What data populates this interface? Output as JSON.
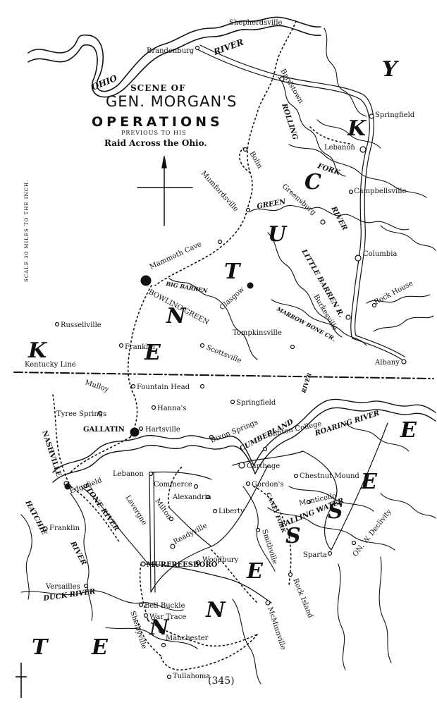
{
  "title": {
    "line1": "SCENE OF",
    "line2": "GEN. MORGAN'S",
    "line3": "OPERATIONS",
    "line4": "PREVIOUS TO HIS",
    "line5": "Raid Across the Ohio."
  },
  "scale_text": "SCALE 30 MILES TO THE INCH.",
  "page_number": "(345)",
  "state_letters": {
    "kentucky": [
      "K",
      "E",
      "N",
      "T",
      "U",
      "C",
      "K",
      "Y"
    ],
    "tennessee": [
      "T",
      "E",
      "N",
      "N",
      "E",
      "S",
      "S",
      "E",
      "E"
    ]
  },
  "kentucky_line_label": "Kentucky Line",
  "rivers": [
    "OHIO",
    "RIVER",
    "ROLLING",
    "FORK",
    "GREEN",
    "RIVER",
    "LITTLE BARREN R.",
    "BIG BARREN",
    "MARROW BONE CR.",
    "CUMBERLAND",
    "RIVER",
    "ROARING RIVER",
    "STONE RIVER",
    "HATCHIE",
    "RIVER",
    "CANEY FORK",
    "FALLING WATER",
    "DUCK RIVER"
  ],
  "towns": [
    "Shepherdsville",
    "Brandenburg",
    "Bardstown",
    "Springfield",
    "Lebanon",
    "Bolin",
    "Campbellsville",
    "Mumfordsville",
    "Greensburg",
    "Columbia",
    "Mammoth Cave",
    "BOWLING GREEN",
    "Glasgow",
    "Burkesville",
    "Rock House",
    "Russellville",
    "Franklin",
    "Tompkinsville",
    "Scottsville",
    "Albany",
    "Mulloy",
    "Fountain Head",
    "Tyree Springs",
    "Hanna's",
    "Springfield",
    "GALLATIN",
    "Hartsville",
    "Dixon Springs",
    "Clinton College",
    "NASHVILLE",
    "Carthage",
    "Lebanon",
    "Commerce",
    "Gordon's",
    "Chestnut Mound",
    "Edgefield",
    "Alexandria",
    "Lavergne",
    "Milton",
    "Liberty",
    "Monticello",
    "Franklin",
    "Readyville",
    "Smithville",
    "ON. W. Declivity",
    "MURFREESBORO'",
    "Woodbury",
    "Sparta",
    "Versailles",
    "Bell Buckle",
    "War Trace",
    "Rock Island",
    "Shelbyville",
    "McMinnville",
    "Manchester",
    "Tullahoma"
  ]
}
